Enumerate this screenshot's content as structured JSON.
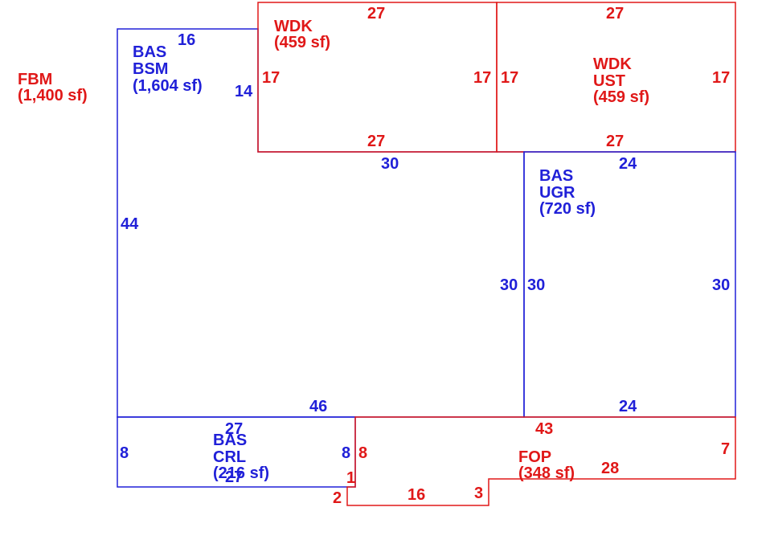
{
  "colors": {
    "bas": "#2020d8",
    "exterior": "#e01818",
    "background": "#ffffff"
  },
  "areas": {
    "fbm": {
      "code": "FBM",
      "area": "(1,400 sf)"
    },
    "bsm": {
      "code1": "BAS",
      "code2": "BSM",
      "area": "(1,604 sf)"
    },
    "wdk_left": {
      "code": "WDK",
      "area": "(459 sf)"
    },
    "wdk_right": {
      "code1": "WDK",
      "code2": "UST",
      "area": "(459 sf)"
    },
    "ugr": {
      "code1": "BAS",
      "code2": "UGR",
      "area": "(720 sf)"
    },
    "crl": {
      "code1": "BAS",
      "code2": "CRL",
      "area": "(216 sf)"
    },
    "fop": {
      "code": "FOP",
      "area": "(348 sf)"
    }
  },
  "dimensions": {
    "bsm": {
      "top": "16",
      "step": "14",
      "left": "44",
      "mid_top": "30",
      "right": "30",
      "bottom": "46"
    },
    "wdk_left": {
      "top": "27",
      "left": "17",
      "right": "17",
      "bottom": "27"
    },
    "wdk_right": {
      "top": "27",
      "left": "17",
      "right": "17",
      "bottom": "27"
    },
    "ugr": {
      "top": "24",
      "left": "30",
      "right": "30",
      "bottom": "24"
    },
    "crl": {
      "top": "27",
      "left": "8",
      "right": "8",
      "bottom": "27"
    },
    "fop": {
      "top": "43",
      "left": "8",
      "right": "7",
      "step_right": "28",
      "step_up": "3",
      "bottom": "16",
      "corner_left": "2",
      "notch": "1"
    }
  }
}
